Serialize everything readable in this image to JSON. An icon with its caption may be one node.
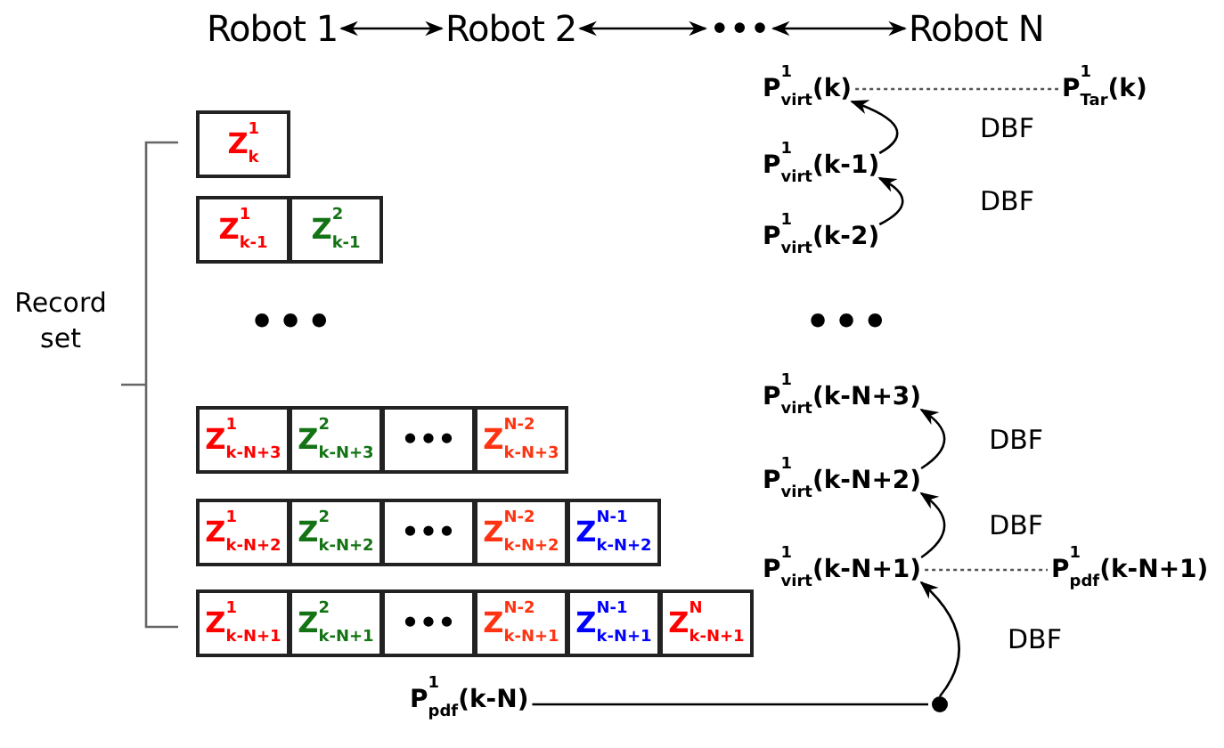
{
  "diagram": {
    "nodes": [
      {
        "text": [
          "Robot 1"
        ]
      },
      {
        "text": [
          "Robot 2"
        ]
      },
      {
        "text": [
          "•••"
        ]
      },
      {
        "text": [
          "Robot N"
        ]
      },
      {
        "text": [
          "Record set"
        ]
      },
      {
        "text": [
          "Z$^{1}$$_{k}$"
        ]
      },
      {
        "text": [
          "Z$^{1}$$_{k-1}$"
        ]
      },
      {
        "text": [
          "Z$^{2}$$_{k-1}$"
        ]
      },
      {
        "text": [
          "Z$^{1}$$_{k-N+3}$"
        ]
      },
      {
        "text": [
          "Z$^{2}$$_{k-N+3}$"
        ]
      },
      {
        "text": [
          "•••"
        ]
      },
      {
        "text": [
          "Z$^{N-2}$$_{k-N+3}$"
        ]
      },
      {
        "text": [
          "Z$^{1}$$_{k-N+2}$"
        ]
      },
      {
        "text": [
          "Z$^{2}$$_{k-N+2}$"
        ]
      },
      {
        "text": [
          "•••"
        ]
      },
      {
        "text": [
          "Z$^{N-2}$$_{k-N+2}$"
        ]
      },
      {
        "text": [
          "Z$^{N-1}$$_{k-N+2}$"
        ]
      },
      {
        "text": [
          "Z$^{1}$$_{k-N+1}$"
        ]
      },
      {
        "text": [
          "Z$^{2}$$_{k-N+1}$"
        ]
      },
      {
        "text": [
          "•••"
        ]
      },
      {
        "text": [
          "Z$^{N-2}$$_{k-N+1}$"
        ]
      },
      {
        "text": [
          "Z$^{N-1}$$_{k-N+1}$"
        ]
      },
      {
        "text": [
          "Z$^{N}$$_{k-N+1}$"
        ]
      },
      {
        "text": [
          "P$^{1}$$_{virt}$(k)"
        ]
      },
      {
        "text": [
          "P$^{1}$$_{Tar}$(k)"
        ]
      },
      {
        "text": [
          "P$^{1}$$_{virt}$(k-1)"
        ]
      },
      {
        "text": [
          "P$^{1}$$_{virt}$(k-2)"
        ]
      },
      {
        "text": [
          "P$^{1}$$_{virt}$(k-N+3)"
        ]
      },
      {
        "text": [
          "P$^{1}$$_{virt}$(k-N+2)"
        ]
      },
      {
        "text": [
          "P$^{1}$$_{virt}$(k-N+1)"
        ]
      },
      {
        "text": [
          "P$^{1}$$_{pdf}$(k-N+1)"
        ]
      },
      {
        "text": [
          "P$^{1}$$_{pdf}$(k-N)"
        ]
      },
      {
        "text": [],
        "shape": "circle"
      }
    ],
    "edges": [
      {
        "from": 0,
        "to": 1,
        "arrow": "both"
      },
      {
        "from": 1,
        "to": 2,
        "arrow": "both"
      },
      {
        "from": 2,
        "to": 3,
        "arrow": "both"
      },
      {
        "from": 23,
        "to": 24,
        "arrow": "none",
        "style": "dashed"
      },
      {
        "from": 25,
        "to": 23,
        "arrow": "to",
        "label": "DBF"
      },
      {
        "from": 26,
        "to": 25,
        "arrow": "to",
        "label": "DBF"
      },
      {
        "from": 28,
        "to": 27,
        "arrow": "to",
        "label": "DBF"
      },
      {
        "from": 29,
        "to": 28,
        "arrow": "to",
        "label": "DBF"
      },
      {
        "from": 29,
        "to": 30,
        "arrow": "none",
        "style": "dashed"
      },
      {
        "from": 31,
        "to": 32,
        "arrow": "none"
      },
      {
        "from": 32,
        "to": 29,
        "arrow": "to",
        "label": "DBF"
      }
    ],
    "labels": [
      "•••",
      "•••"
    ]
  }
}
